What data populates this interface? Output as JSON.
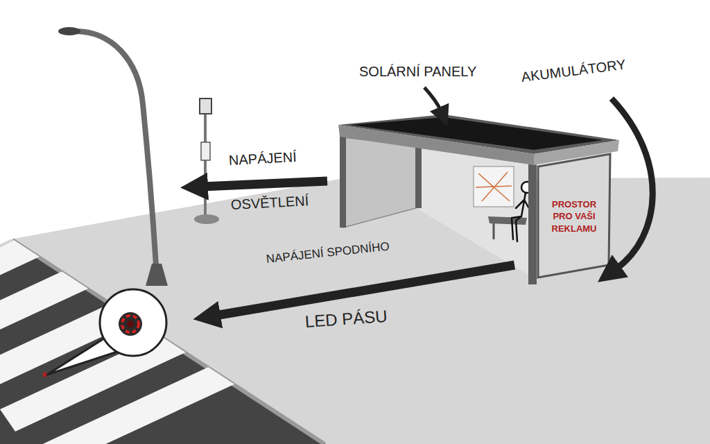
{
  "diagram": {
    "nodes": [
      {
        "text": [
          "PROSTOR PRO VAŠI REKLAMU"
        ]
      }
    ],
    "labels": [
      "SOLÁRNÍ PANELY",
      "AKUMULÁTORY",
      "NAPÁJENÍ",
      "OSVĚTLENÍ",
      "NAPÁJENÍ SPODNÍHO",
      "LED PÁSU"
    ]
  }
}
